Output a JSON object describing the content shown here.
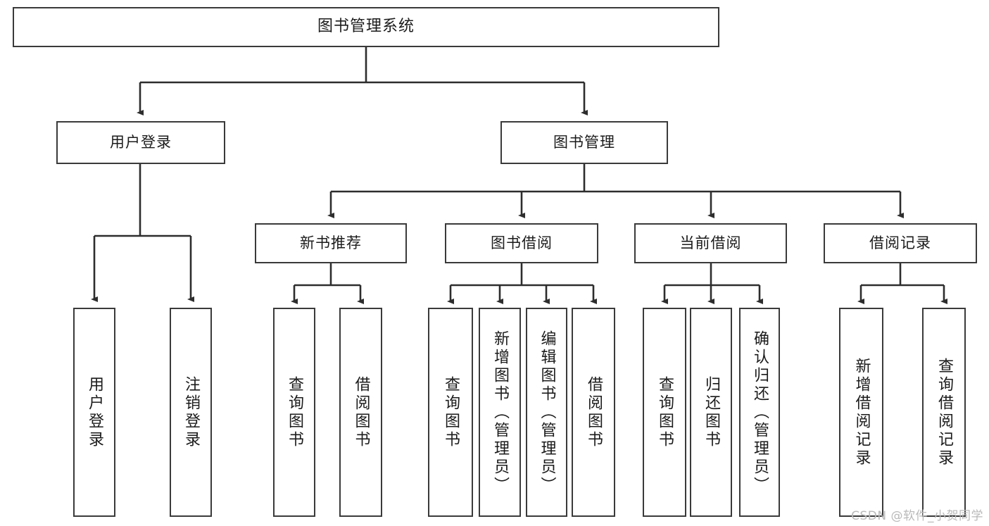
{
  "diagram": {
    "title": "图书管理系统",
    "type": "tree-hierarchy-chart",
    "root": {
      "label": "图书管理系统"
    },
    "level2": [
      {
        "label": "用户登录"
      },
      {
        "label": "图书管理"
      }
    ],
    "level3": [
      {
        "label": "新书推荐"
      },
      {
        "label": "图书借阅"
      },
      {
        "label": "当前借阅"
      },
      {
        "label": "借阅记录"
      }
    ],
    "leaves": {
      "user_login": [
        {
          "label": "用户登录"
        },
        {
          "label": "注销登录"
        }
      ],
      "new_book_recommend": [
        {
          "label": "查询图书"
        },
        {
          "label": "借阅图书"
        }
      ],
      "book_borrow": [
        {
          "label": "查询图书"
        },
        {
          "label": "新增图书（管理员）"
        },
        {
          "label": "编辑图书（管理员）"
        },
        {
          "label": "借阅图书"
        }
      ],
      "current_borrow": [
        {
          "label": "查询图书"
        },
        {
          "label": "归还图书"
        },
        {
          "label": "确认归还（管理员）"
        }
      ],
      "borrow_record": [
        {
          "label": "新增借阅记录"
        },
        {
          "label": "查询借阅记录"
        }
      ]
    }
  },
  "watermark": {
    "text": "CSDN @软件_小贺同学"
  },
  "colors": {
    "stroke": "#3a3a3a",
    "background": "#ffffff",
    "text": "#1b1b1b",
    "watermark": "#b9b9b9"
  }
}
